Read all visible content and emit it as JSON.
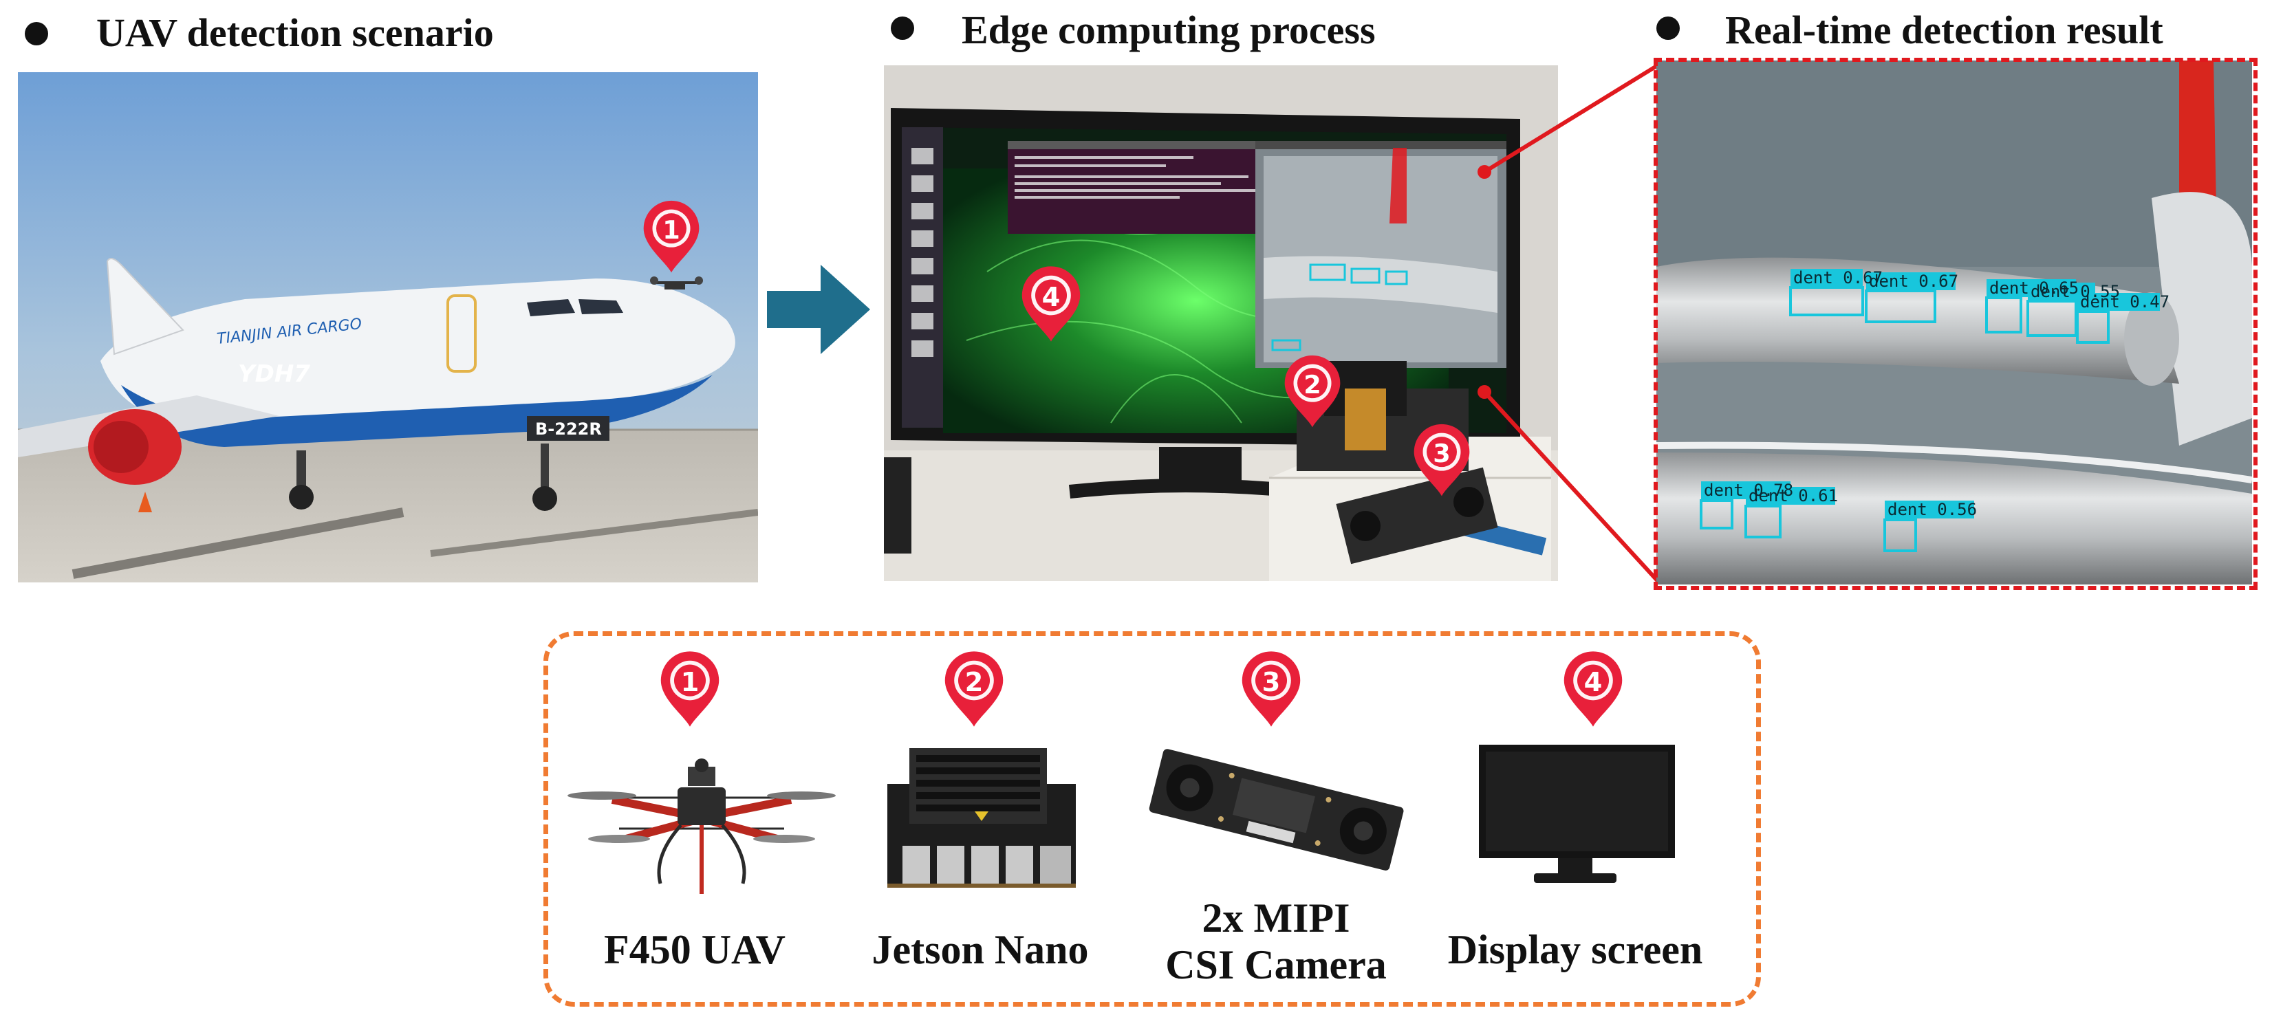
{
  "panels": {
    "scenario": {
      "heading": "UAV detection scenario"
    },
    "edge": {
      "heading": "Edge computing process"
    },
    "result": {
      "heading": "Real-time detection result"
    }
  },
  "airplane_markings": {
    "registration": "B-222R",
    "livery_logo": "YDH7",
    "livery_text": "TIANJIN AIR CARGO"
  },
  "detections": [
    {
      "label": "dent 0.67"
    },
    {
      "label": "dent 0.67"
    },
    {
      "label": "dent 0.65"
    },
    {
      "label": "dent 0.55"
    },
    {
      "label": "dent 0.47"
    },
    {
      "label": "dent 0.78"
    },
    {
      "label": "dent 0.61"
    },
    {
      "label": "dent 0.56"
    }
  ],
  "pins": {
    "one": "1",
    "two": "2",
    "three": "3",
    "four": "4"
  },
  "components": [
    {
      "label": "F450 UAV"
    },
    {
      "label": "Jetson Nano"
    },
    {
      "label_line1": "2x MIPI",
      "label_line2": "CSI Camera"
    },
    {
      "label": "Display screen"
    }
  ],
  "colors": {
    "pin": "#e8203a",
    "arrow": "#1f6e8c",
    "zoom_frame": "#e0191e",
    "legend_border": "#f07b32",
    "detection_box": "#18c6dc"
  },
  "icons": [
    "uav-icon",
    "jetson-nano-icon",
    "csi-camera-icon",
    "display-screen-icon",
    "location-pin-icon",
    "arrow-right-icon"
  ]
}
